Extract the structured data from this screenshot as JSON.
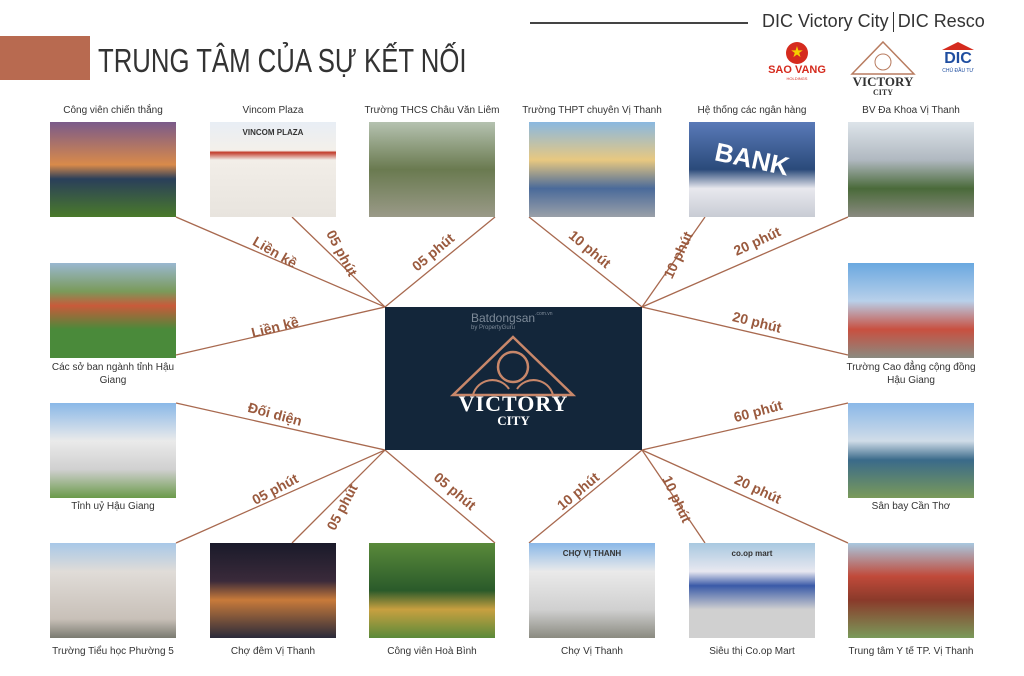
{
  "header": {
    "title": "TRUNG TÂM CỦA SỰ KẾT NỐI",
    "brand_left": "DIC Victory City",
    "brand_right": "DIC Resco"
  },
  "logos": {
    "saovang": {
      "name": "SAO VANG",
      "sub": "HOLDINGS"
    },
    "victory": {
      "name": "VICTORY",
      "sub": "CITY"
    },
    "dic": {
      "name": "DIC",
      "sub": "CHỦ ĐẦU TƯ"
    }
  },
  "center": {
    "name": "VICTORY",
    "sub": "CITY",
    "watermark": "Batdongsan",
    "watermark_sub": "by PropertyGuru",
    "watermark_domain": ".com.vn"
  },
  "colors": {
    "accent": "#b86a50",
    "line": "#a8694f",
    "center_bg": "#13263a"
  },
  "places": [
    {
      "label": "Công viên chiến thắng",
      "distance": "Liền kề"
    },
    {
      "label": "Vincom Plaza",
      "distance": "05 phút"
    },
    {
      "label": "Trường THCS Châu Văn Liêm",
      "distance": "05 phút"
    },
    {
      "label": "Trường THPT chuyên Vị Thanh",
      "distance": "10 phút"
    },
    {
      "label": "Hệ thống các ngân hàng",
      "distance": "10 phút"
    },
    {
      "label": "BV Đa Khoa Vị Thanh",
      "distance": "20 phút"
    },
    {
      "label": "Các sở ban ngành tỉnh Hậu Giang",
      "distance": "Liền kề"
    },
    {
      "label": "Trường Cao đẳng cộng đồng Hậu Giang",
      "distance": "20 phút"
    },
    {
      "label": "Tỉnh uỷ Hậu Giang",
      "distance": "Đối diện"
    },
    {
      "label": "Sân bay Cần Thơ",
      "distance": "60 phút"
    },
    {
      "label": "Trường Tiểu học Phường 5",
      "distance": "05 phút"
    },
    {
      "label": "Chợ đêm Vị Thanh",
      "distance": "05 phút"
    },
    {
      "label": "Công viên Hoà Bình",
      "distance": "05 phút"
    },
    {
      "label": "Chợ Vị Thanh",
      "distance": "10 phút"
    },
    {
      "label": "Siêu thị Co.op Mart",
      "distance": "10 phút"
    },
    {
      "label": "Trung tâm Y tế TP. Vị Thanh",
      "distance": "20 phút"
    }
  ],
  "photo_texts": {
    "vincom": "VINCOM PLAZA",
    "bank": "BANK",
    "cho": "CHỢ VỊ THANH",
    "coop": "co.op mart"
  }
}
